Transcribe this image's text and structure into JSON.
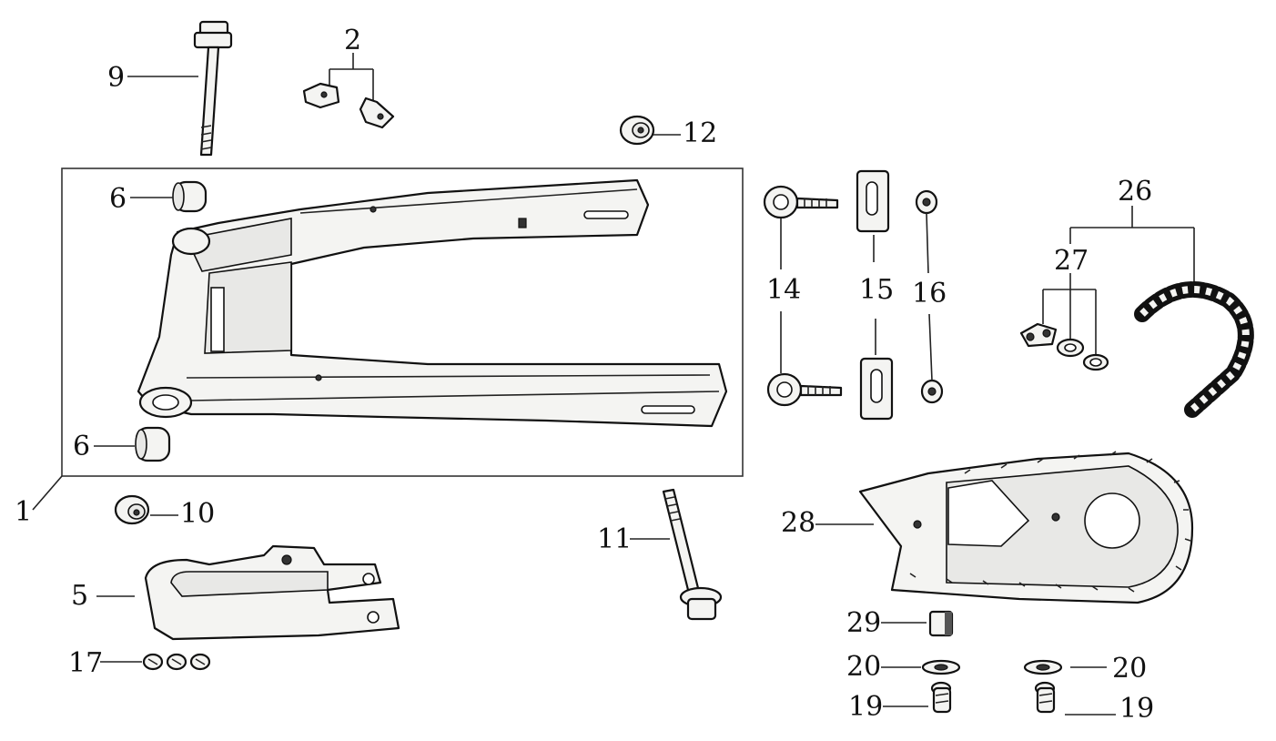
{
  "callouts": {
    "c1": "1",
    "c2": "2",
    "c5": "5",
    "c6a": "6",
    "c6b": "6",
    "c9": "9",
    "c10": "10",
    "c11": "11",
    "c12": "12",
    "c14": "14",
    "c15": "15",
    "c16": "16",
    "c17": "17",
    "c19a": "19",
    "c19b": "19",
    "c20a": "20",
    "c20b": "20",
    "c26": "26",
    "c27": "27",
    "c28": "28",
    "c29": "29"
  }
}
